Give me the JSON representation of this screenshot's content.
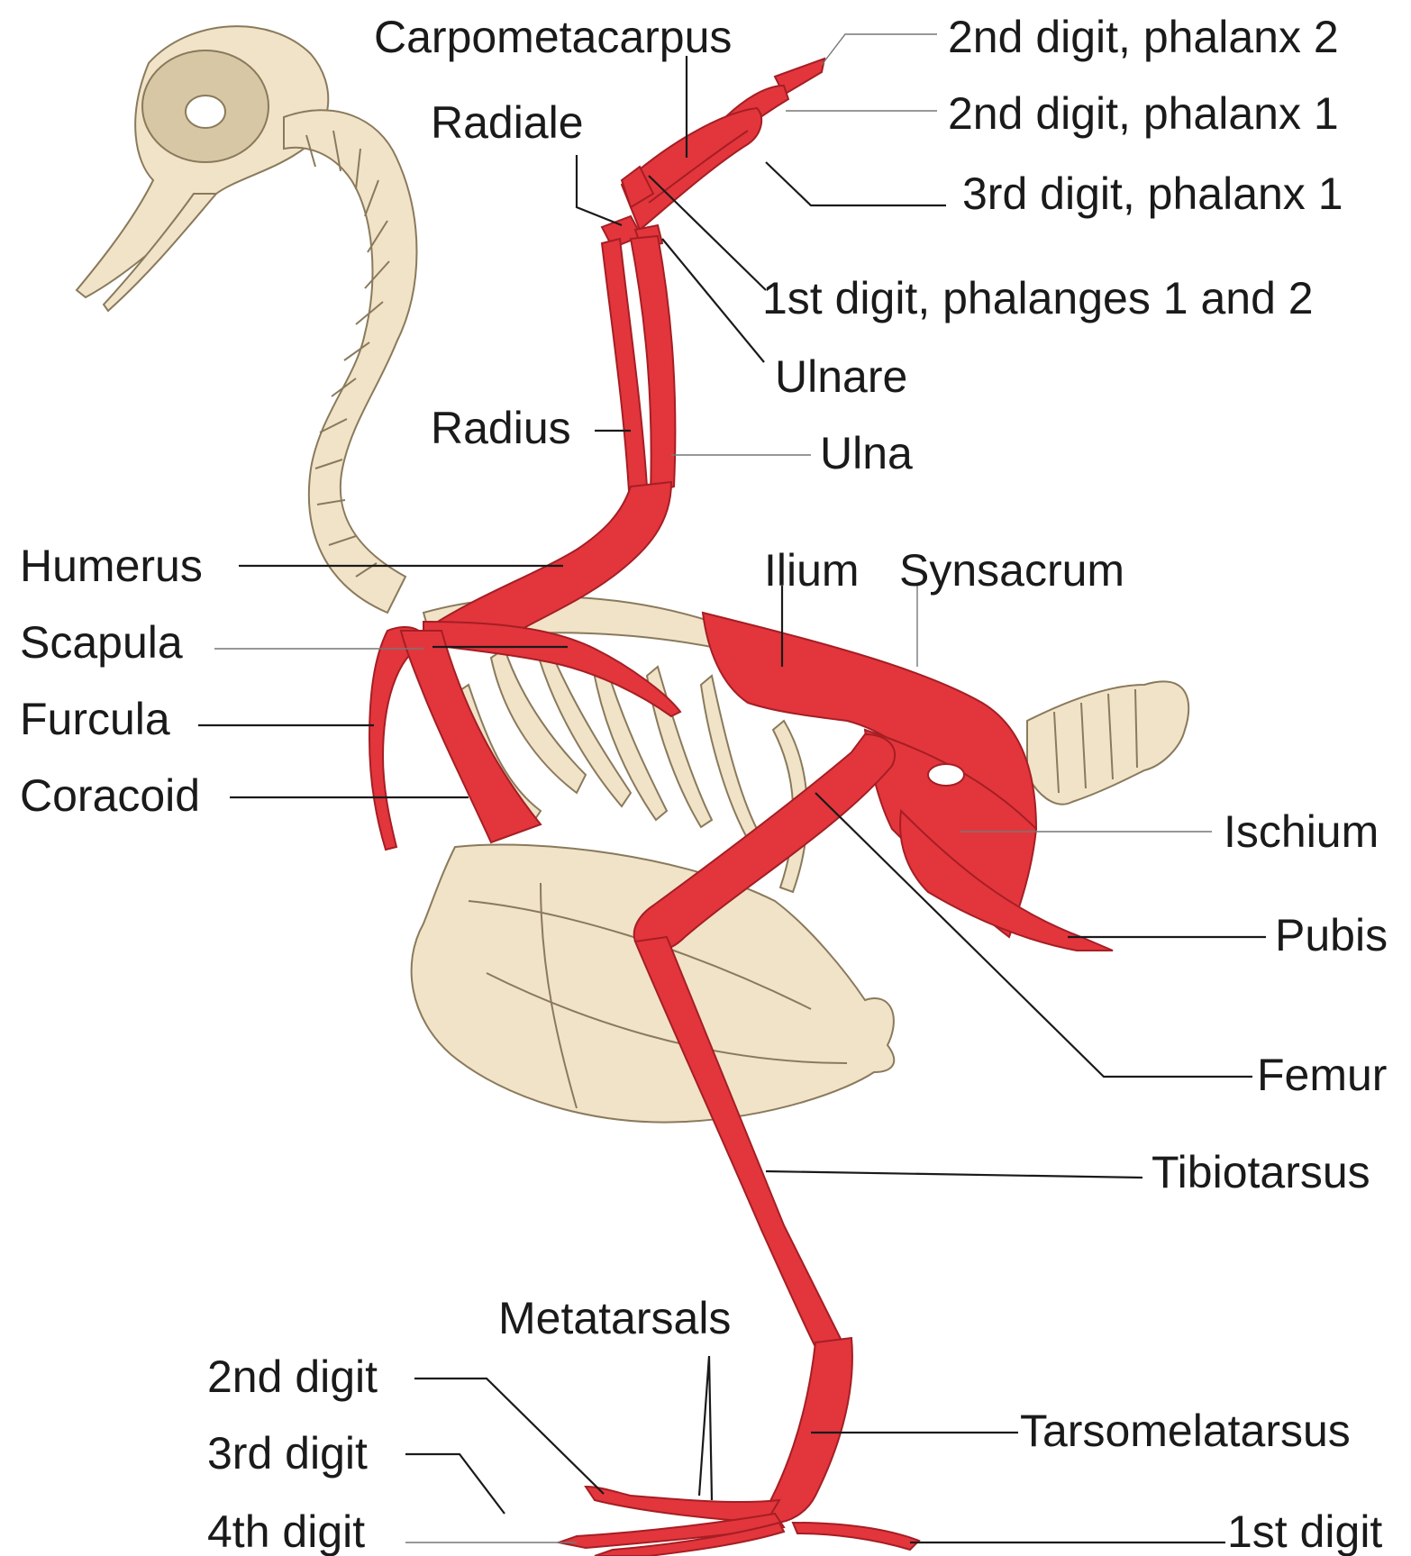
{
  "labels": {
    "carpometacarpus": "Carpometacarpus",
    "digit2_phalanx2": "2nd digit, phalanx 2",
    "digit2_phalanx1": "2nd digit, phalanx 1",
    "radiale": "Radiale",
    "digit3_phalanx1": "3rd digit, phalanx 1",
    "digit1_phalanges": "1st digit, phalanges 1 and 2",
    "ulnare": "Ulnare",
    "radius": "Radius",
    "ulna": "Ulna",
    "humerus": "Humerus",
    "ilium": "Ilium",
    "synsacrum": "Synsacrum",
    "scapula": "Scapula",
    "furcula": "Furcula",
    "coracoid": "Coracoid",
    "ischium": "Ischium",
    "pubis": "Pubis",
    "femur": "Femur",
    "tibiotarsus": "Tibiotarsus",
    "metatarsals": "Metatarsals",
    "foot_digit2": "2nd digit",
    "foot_digit3": "3rd digit",
    "foot_digit4": "4th digit",
    "tarsometatarsus": "Tarsomelatarsus",
    "foot_digit1": "1st digit"
  },
  "colors": {
    "highlight_bone": "#e2363c",
    "other_bone": "#f1e3c8",
    "outline": "#8a7a5c",
    "label_text": "#1a1a1a"
  }
}
